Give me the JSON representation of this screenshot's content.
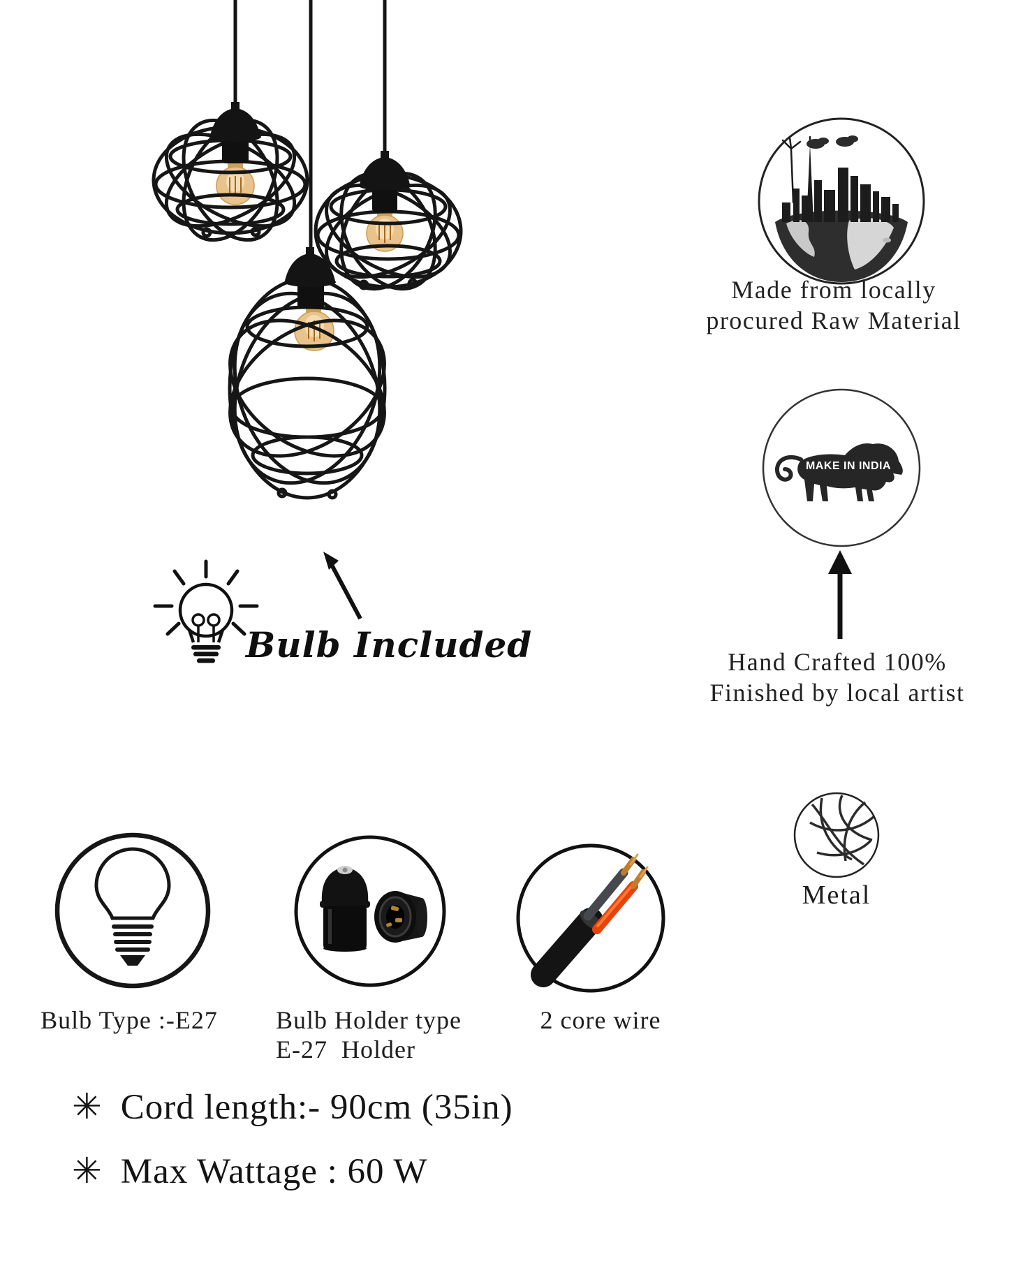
{
  "annotations": {
    "bulb_included": "Bulb Included"
  },
  "badges": {
    "raw_material": {
      "line1": "Made from locally",
      "line2": "procured Raw Material"
    },
    "make_in_india": {
      "label": "MAKE IN INDIA"
    },
    "hand_crafted": {
      "line1": "Hand Crafted 100%",
      "line2": "Finished by local artist"
    },
    "material": {
      "label": "Metal"
    }
  },
  "features": {
    "bulb_type": {
      "label": "Bulb Type :-E27"
    },
    "bulb_holder": {
      "line1": "Bulb Holder type",
      "line2": "E-27  Holder"
    },
    "wire": {
      "label": "2 core wire"
    }
  },
  "specs": {
    "bullet": "✳",
    "items": [
      "Cord length:- 90cm (35in)",
      "Max Wattage : 60 W"
    ]
  },
  "colors": {
    "ink": "#1a1a1a",
    "bulb_glass": "#e9c38b",
    "filament": "#a3681c",
    "wire_orange": "#e8430e",
    "wire_gray": "#45494e",
    "copper": "#c07c2e",
    "brass": "#b08430"
  }
}
